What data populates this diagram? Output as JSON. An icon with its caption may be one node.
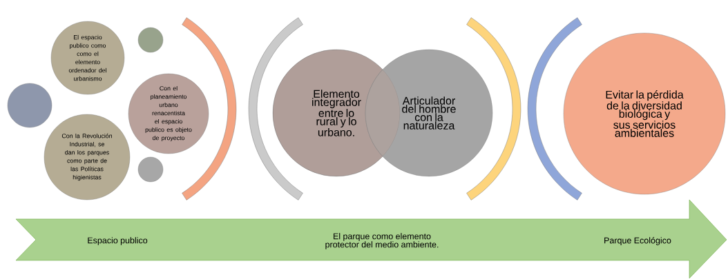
{
  "diagram": {
    "nodes": [
      {
        "text": [
          "El espacio publico como como el elemento ordenador del urbanismo"
        ]
      },
      {
        "text": [],
        "shape": "circle"
      },
      {
        "text": [],
        "shape": "circle"
      },
      {
        "text": [
          "Con el planeamiento urbano renacentista el espacio publico es objeto de proyecto"
        ]
      },
      {
        "text": [
          "Con la Revolución Industrial, se dan los parques como parte de las Políticas higienistas"
        ]
      },
      {
        "text": [],
        "shape": "circle"
      },
      {
        "text": [
          "Elemento integrador entre lo rural y lo urbano."
        ]
      },
      {
        "text": [
          "Articulador del hombre con la naturaleza"
        ]
      },
      {
        "text": [
          "Evitar la pérdida de la diversidad biológica y sus servicios ambientales"
        ]
      },
      {
        "text": [
          "Espacio publico",
          "El parque como elemento protector del medio ambiente.",
          "Parque Ecológico"
        ]
      },
      {
        "text": [],
        "shape": "arc"
      },
      {
        "text": [],
        "shape": "arc"
      },
      {
        "text": [],
        "shape": "arc"
      },
      {
        "text": [],
        "shape": "arc"
      }
    ]
  }
}
